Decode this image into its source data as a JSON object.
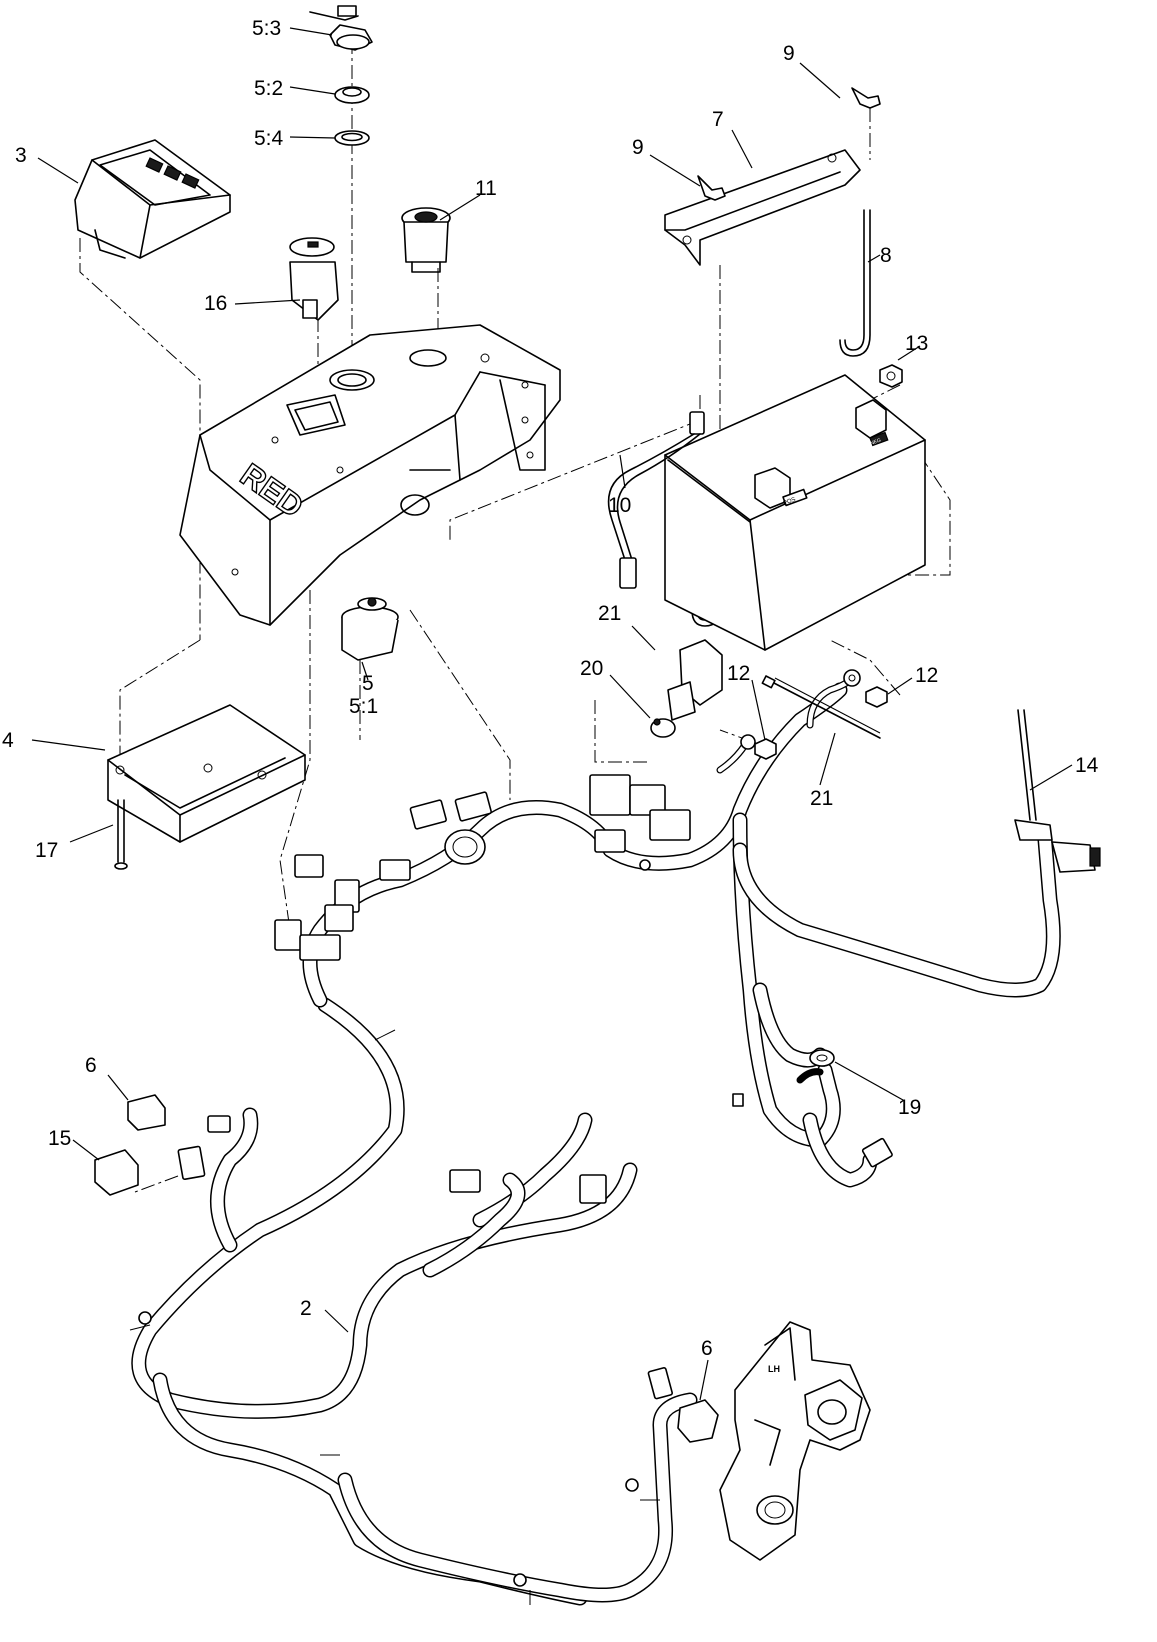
{
  "callouts": {
    "c_5_3": "5:3",
    "c_5_2": "5:2",
    "c_5_4": "5:4",
    "c_3": "3",
    "c_9a": "9",
    "c_9b": "9",
    "c_7": "7",
    "c_11": "11",
    "c_8": "8",
    "c_16": "16",
    "c_13": "13",
    "c_10": "10",
    "c_21a": "21",
    "c_20": "20",
    "c_12a": "12",
    "c_12b": "12",
    "c_5": "5",
    "c_5_1": "5:1",
    "c_4": "4",
    "c_14": "14",
    "c_21b": "21",
    "c_17": "17",
    "c_6a": "6",
    "c_19": "19",
    "c_15": "15",
    "c_2": "2",
    "c_6b": "6"
  },
  "printed_marks": {
    "panel_logo": "RED",
    "battery_positive": "POS",
    "battery_negative": "NEG",
    "bracket_label": "LH"
  }
}
